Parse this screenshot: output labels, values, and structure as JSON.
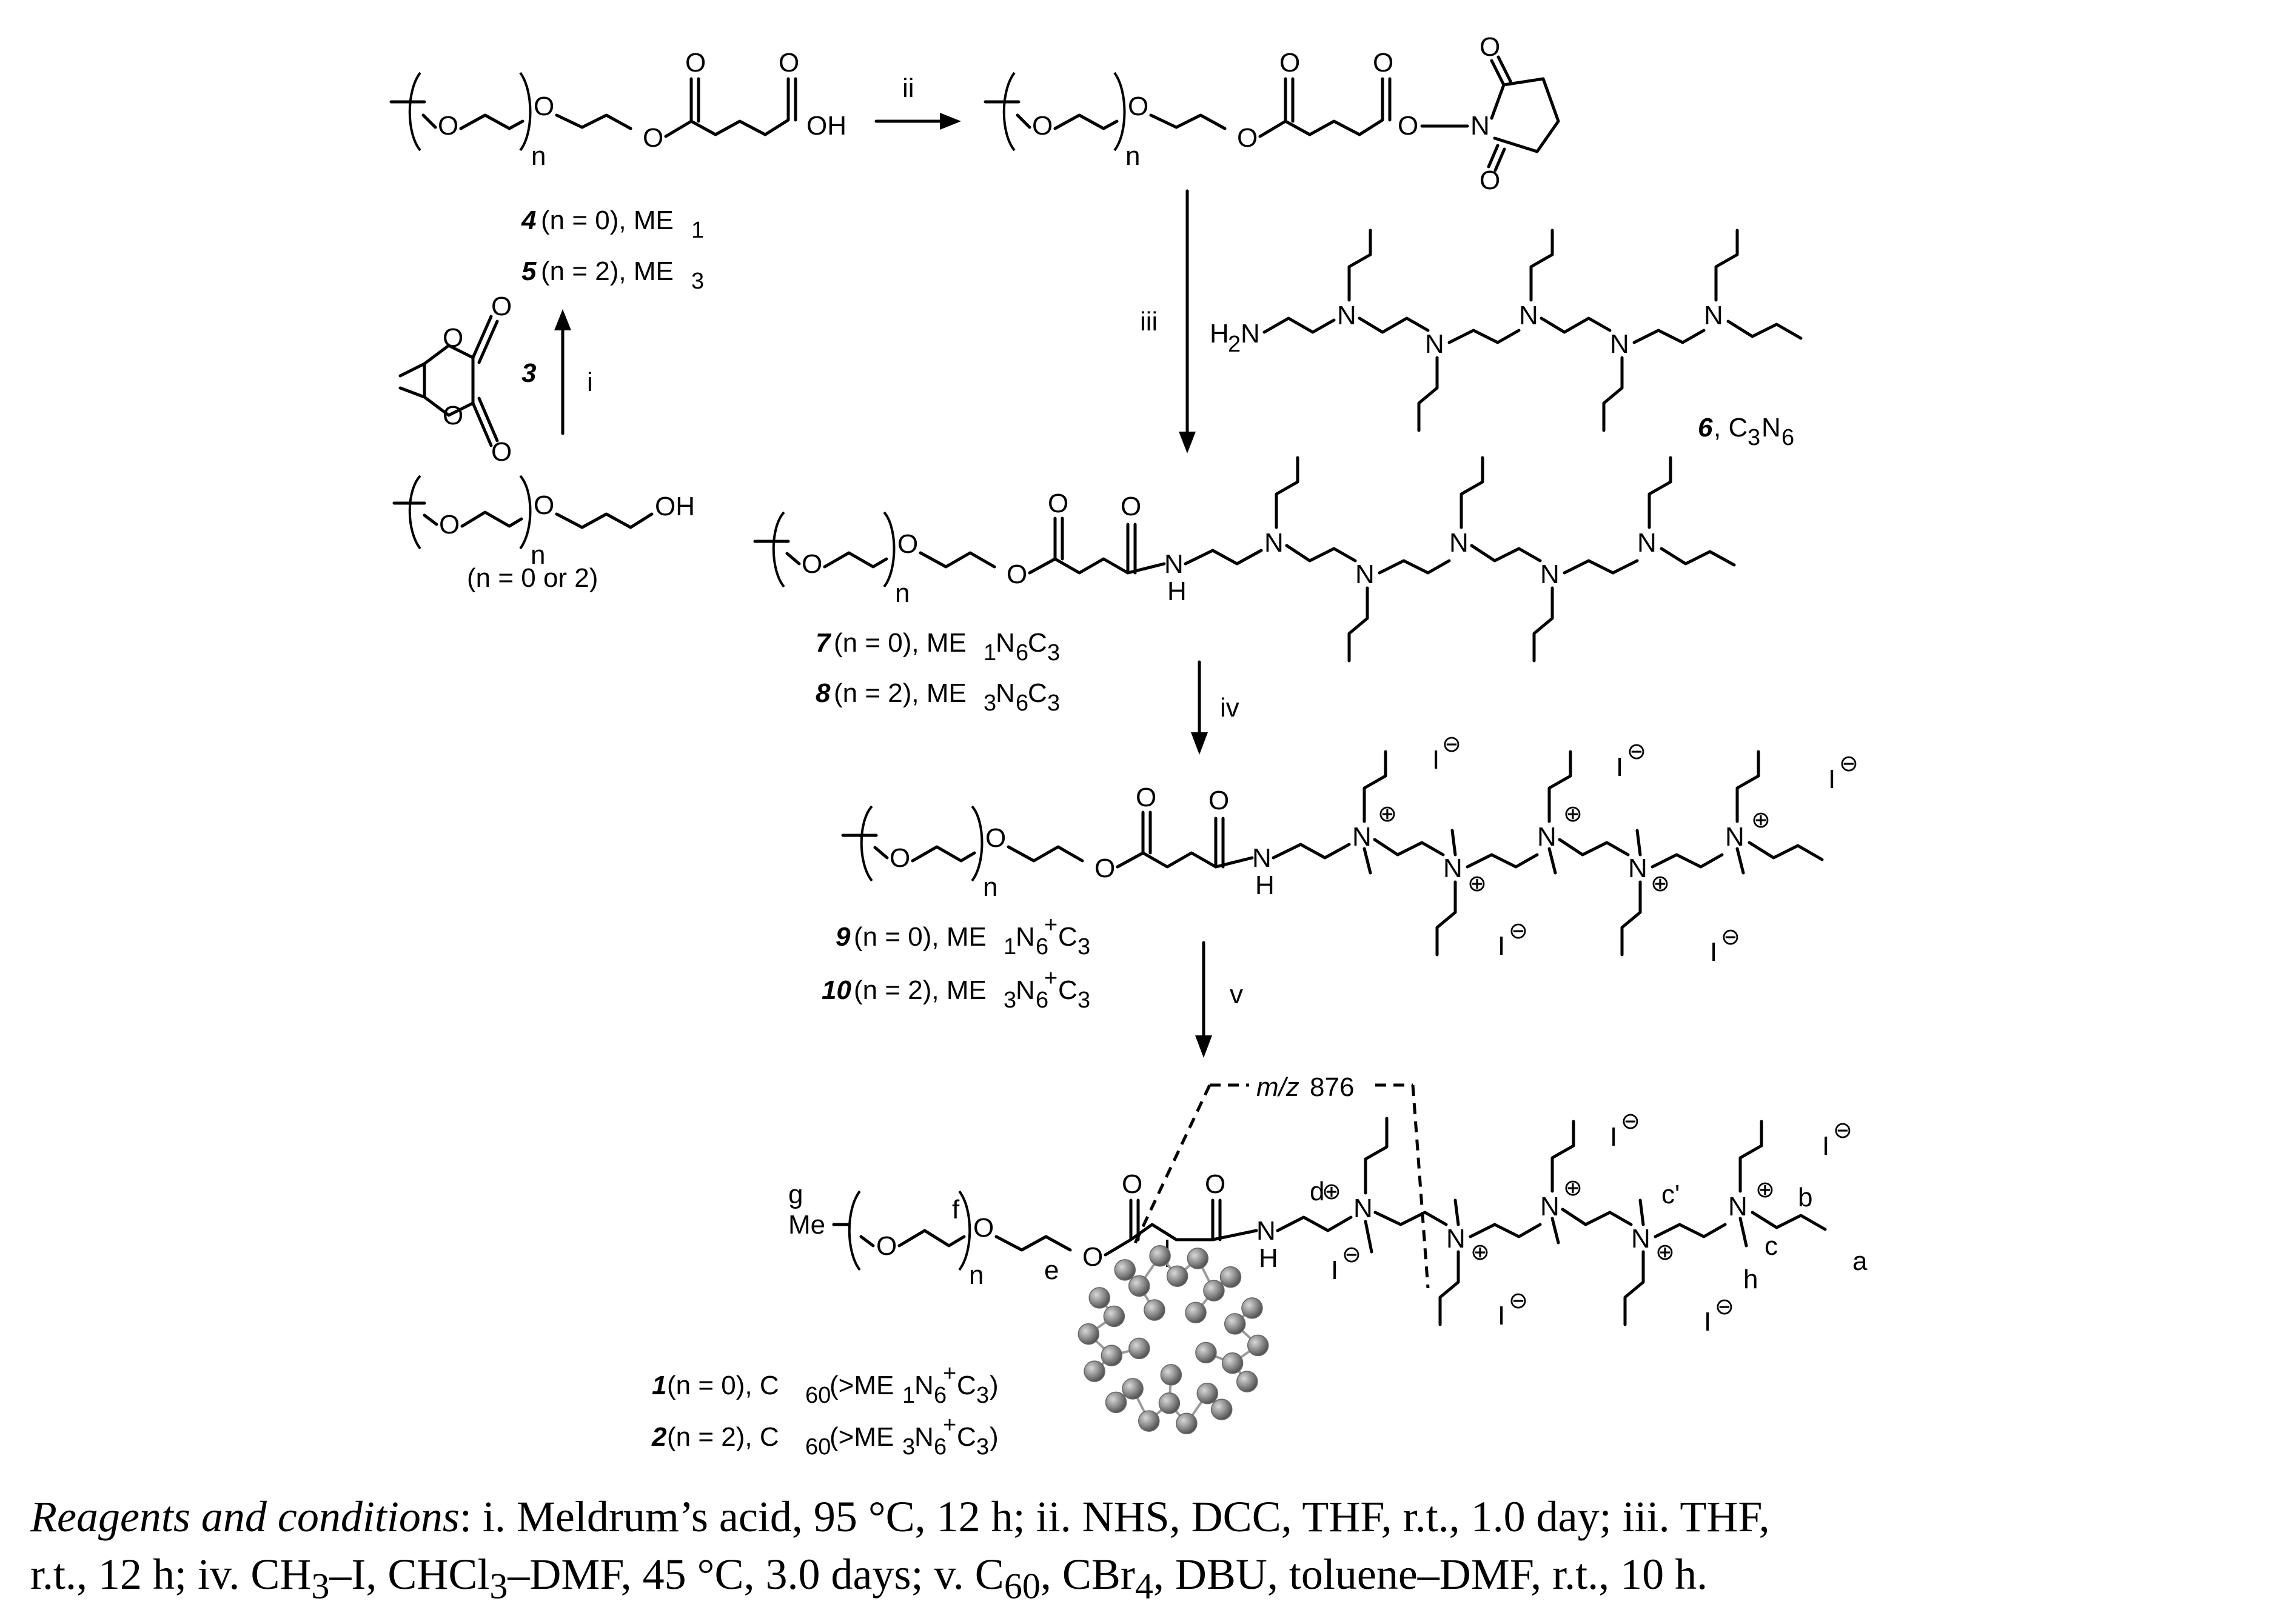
{
  "compounds": {
    "c4": {
      "num": "4",
      "desc": "(n = 0), ME",
      "sub": "1"
    },
    "c5": {
      "num": "5",
      "desc": "(n = 2), ME",
      "sub": "3"
    },
    "c3": {
      "num": "3"
    },
    "start_note": "(n = 0 or 2)",
    "c6": {
      "num": "6",
      "desc": ", C",
      "sub1": "3",
      "mid": "N",
      "sub2": "6"
    },
    "c7": {
      "num": "7",
      "desc": "(n = 0), ME",
      "s1": "1",
      "n": "N",
      "s2": "6",
      "c": "C",
      "s3": "3"
    },
    "c8": {
      "num": "8",
      "desc": "(n = 2), ME",
      "s1": "3",
      "n": "N",
      "s2": "6",
      "c": "C",
      "s3": "3"
    },
    "c9": {
      "num": "9",
      "desc": "(n = 0), ME",
      "s1": "1",
      "n": "N",
      "s2": "6",
      "sup": "+",
      "c": "C",
      "s3": "3"
    },
    "c10": {
      "num": "10",
      "desc": "(n = 2), ME",
      "s1": "3",
      "n": "N",
      "s2": "6",
      "sup": "+",
      "c": "C",
      "s3": "3"
    },
    "c1": {
      "num": "1",
      "desc": "(n = 0), C",
      "s60": "60",
      "mid": "(>ME",
      "s1": "1",
      "n": "N",
      "s2": "6",
      "sup": "+",
      "c": "C",
      "s3": "3",
      "end": ")"
    },
    "c2": {
      "num": "2",
      "desc": "(n = 2), C",
      "s60": "60",
      "mid": "(>ME",
      "s1": "3",
      "n": "N",
      "s2": "6",
      "sup": "+",
      "c": "C",
      "s3": "3",
      "end": ")"
    }
  },
  "steps": {
    "i": "i",
    "ii": "ii",
    "iii": "iii",
    "iv": "iv",
    "v": "v"
  },
  "mz": {
    "label": "m/z",
    "value": "876"
  },
  "atoms": {
    "O": "O",
    "OH": "OH",
    "N": "N",
    "H": "H",
    "H2N": "H",
    "two": "2",
    "n": "n",
    "I": "I",
    "Me": "Me"
  },
  "nmr_labels": {
    "a": "a",
    "b": "b",
    "c": "c",
    "c_prime": "c'",
    "d": "d",
    "e": "e",
    "f": "f",
    "g": "g",
    "h": "h"
  },
  "caption": {
    "lead": "Reagents and conditions",
    "line1": ": i. Meldrum’s acid, 95 °C, 12 h; ii. NHS, DCC, THF, r.t., 1.0 day; iii. THF,",
    "line2a": "r.t., 12 h; iv. CH",
    "line2b": "–I, CHCl",
    "line2c": "–DMF, 45 °C, 3.0 days; v. C",
    "line2d": ", CBr",
    "line2e": ", DBU, toluene–DMF, r.t., 10 h.",
    "sub3": "3",
    "sub60": "60",
    "sub4": "4"
  }
}
